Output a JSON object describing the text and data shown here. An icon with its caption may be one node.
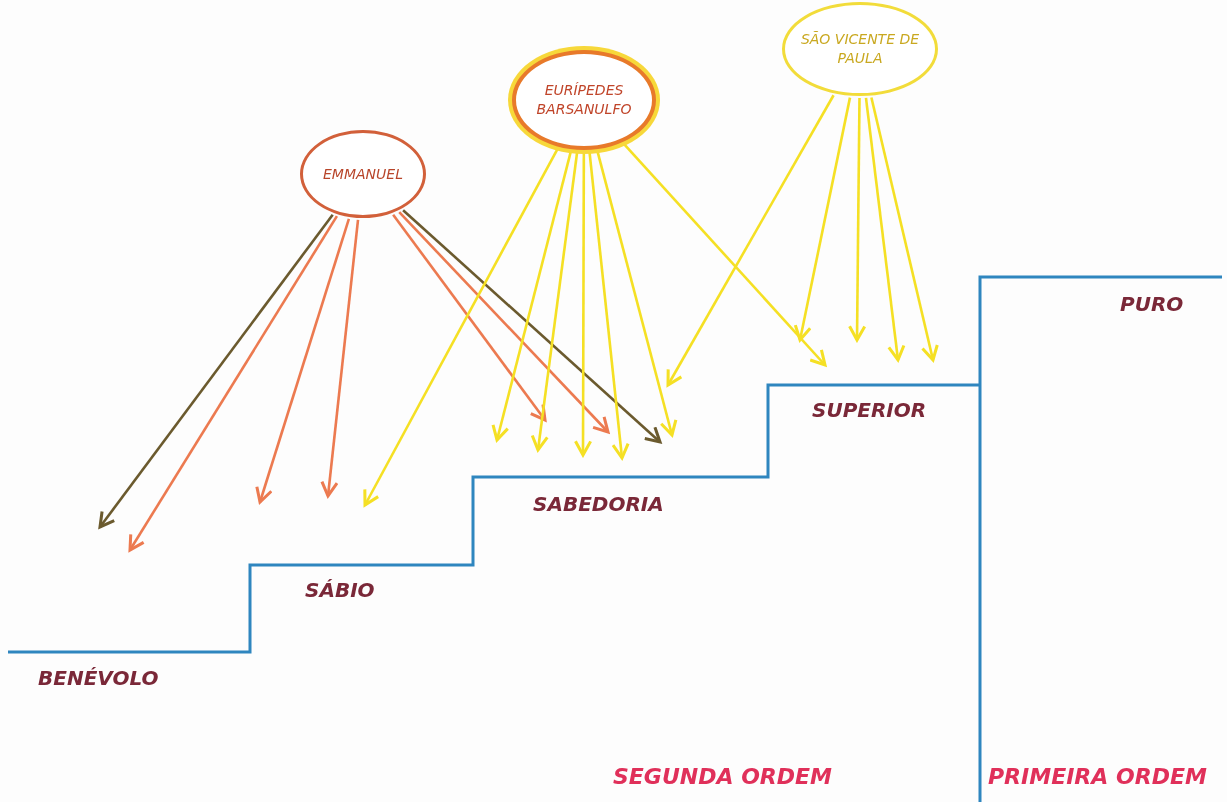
{
  "diagram": {
    "nodes": [
      {
        "text": [
          "EMMANUEL"
        ]
      },
      {
        "text": [
          "EURÍPEDES BARSANULFO"
        ]
      },
      {
        "text": [
          "SÃO VICENTE DE PAULA"
        ]
      }
    ],
    "edges": [
      {
        "from": 0,
        "to": null,
        "arrow": "to",
        "color": "#6b5a2e"
      },
      {
        "from": 0,
        "to": null,
        "arrow": "to",
        "color": "#ec7a50"
      },
      {
        "from": 0,
        "to": null,
        "arrow": "to",
        "color": "#ec7a50"
      },
      {
        "from": 0,
        "to": null,
        "arrow": "to",
        "color": "#ec7a50"
      },
      {
        "from": 0,
        "to": null,
        "arrow": "to",
        "color": "#ec7a50"
      },
      {
        "from": 0,
        "to": null,
        "arrow": "to",
        "color": "#ec7a50"
      },
      {
        "from": 0,
        "to": null,
        "arrow": "to",
        "color": "#6b5a2e"
      },
      {
        "from": 1,
        "to": null,
        "arrow": "to"
      },
      {
        "from": 1,
        "to": null,
        "arrow": "to"
      },
      {
        "from": 1,
        "to": null,
        "arrow": "to"
      },
      {
        "from": 1,
        "to": null,
        "arrow": "to"
      },
      {
        "from": 1,
        "to": null,
        "arrow": "to"
      },
      {
        "from": 1,
        "to": null,
        "arrow": "to"
      },
      {
        "from": 1,
        "to": null,
        "arrow": "to"
      },
      {
        "from": 2,
        "to": null,
        "arrow": "to"
      },
      {
        "from": 2,
        "to": null,
        "arrow": "to"
      },
      {
        "from": 2,
        "to": null,
        "arrow": "to"
      },
      {
        "from": 2,
        "to": null,
        "arrow": "to"
      },
      {
        "from": 2,
        "to": null,
        "arrow": "to"
      }
    ],
    "labels": [
      "PURO",
      "SUPERIOR",
      "SABEDORIA",
      "SÁBIO",
      "BENÉVOLO",
      "SEGUNDA ORDEM",
      "PRIMEIRA ORDEM"
    ]
  }
}
